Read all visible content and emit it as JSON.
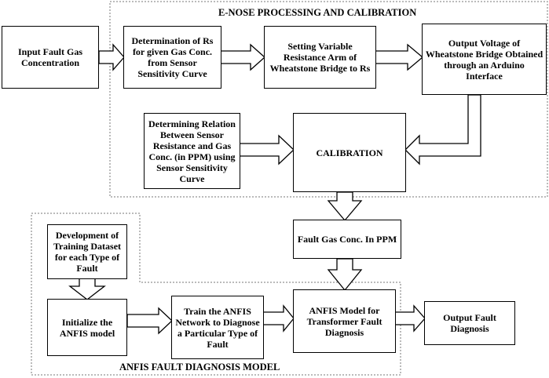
{
  "regions": {
    "enose_title": "E-NOSE PROCESSING AND CALIBRATION",
    "anfis_title": "ANFIS FAULT DIAGNOSIS MODEL"
  },
  "nodes": {
    "input_fault_gas": "Input Fault Gas Concentration",
    "determination_rs": "Determination of Rs for given Gas Conc. from Sensor Sensitivity Curve",
    "setting_resistance": "Setting Variable Resistance Arm of Wheatstone Bridge to Rs",
    "output_voltage": "Output Voltage of Wheatstone Bridge Obtained through an Arduino Interface",
    "determining_relation": "Determining Relation Between Sensor Resistance and Gas Conc. (in PPM) using Sensor Sensitivity Curve",
    "calibration": "CALIBRATION",
    "fault_gas_ppm": "Fault Gas Conc. In PPM",
    "training_dataset": "Development of Training Dataset for each Type of Fault",
    "initialize_anfis": "Initialize the ANFIS model",
    "train_anfis": "Train the ANFIS Network to Diagnose a Particular Type of Fault",
    "anfis_model": "ANFIS Model for Transformer Fault Diagnosis",
    "output_diagnosis": "Output Fault Diagnosis"
  }
}
